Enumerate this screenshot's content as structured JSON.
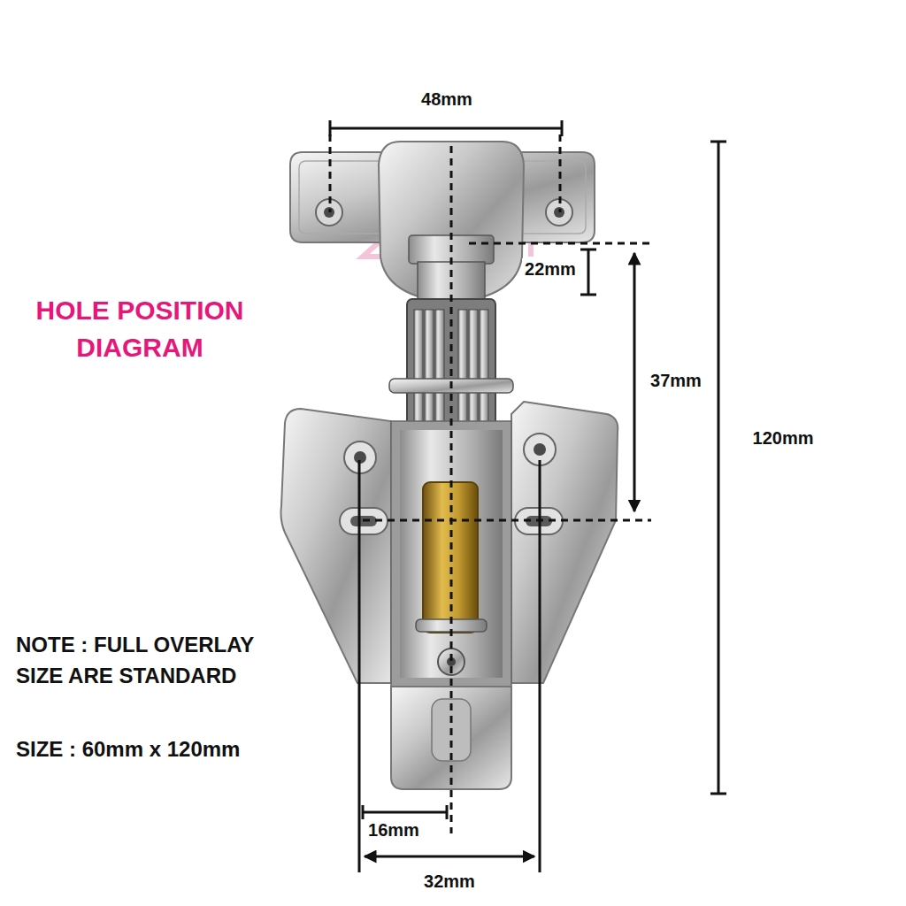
{
  "diagram": {
    "title": "HOLE POSITION DIAGRAM",
    "labels": [
      "48mm",
      "22mm",
      "37mm",
      "120mm",
      "NOTE : FULL OVERLAY SIZE ARE STANDARD",
      "SIZE : 60mm x 120mm",
      "16mm",
      "32mm"
    ]
  }
}
